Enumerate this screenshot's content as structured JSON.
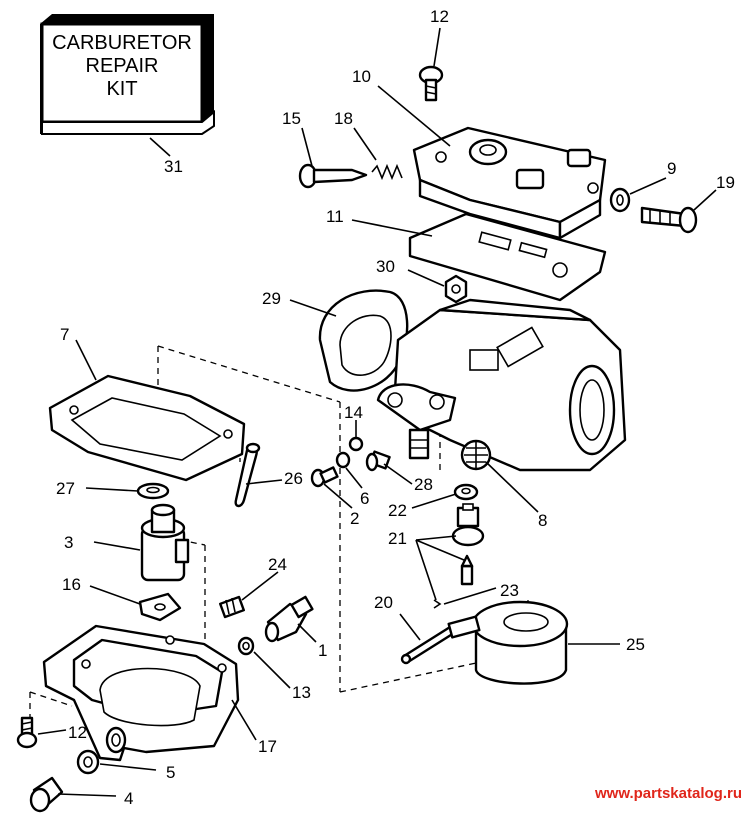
{
  "kit_box": {
    "line1": "CARBURETOR",
    "line2": "REPAIR",
    "line3": "KIT"
  },
  "watermark": {
    "text": "www.partskatalog.ru",
    "color": "#e0261b"
  },
  "callouts": [
    "12",
    "10",
    "15",
    "18",
    "9",
    "19",
    "11",
    "30",
    "29",
    "7",
    "14",
    "26",
    "6",
    "27",
    "28",
    "2",
    "22",
    "8",
    "3",
    "21",
    "16",
    "24",
    "23",
    "20",
    "1",
    "25",
    "13",
    "12",
    "17",
    "5",
    "4",
    "31"
  ]
}
